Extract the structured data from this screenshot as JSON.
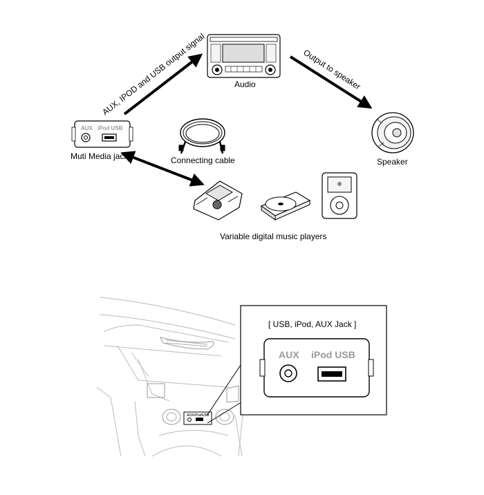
{
  "top_diagram": {
    "audio_label": "Audio",
    "jack_label": "Muti Media jack",
    "cable_label": "Connecting cable",
    "speaker_label": "Speaker",
    "players_label": "Variable digital music players",
    "arrow_input_label": "AUX, IPOD and USB output signal",
    "arrow_output_label": "Output to speaker",
    "jack_aux": "AUX",
    "jack_ipod_usb": "iPod USB"
  },
  "bottom_diagram": {
    "callout_title": "[ USB, iPod, AUX Jack ]",
    "callout_aux": "AUX",
    "callout_ipod_usb": "iPod USB",
    "mini_aux": "AUX",
    "mini_ipod_usb": "iPodUSB"
  }
}
